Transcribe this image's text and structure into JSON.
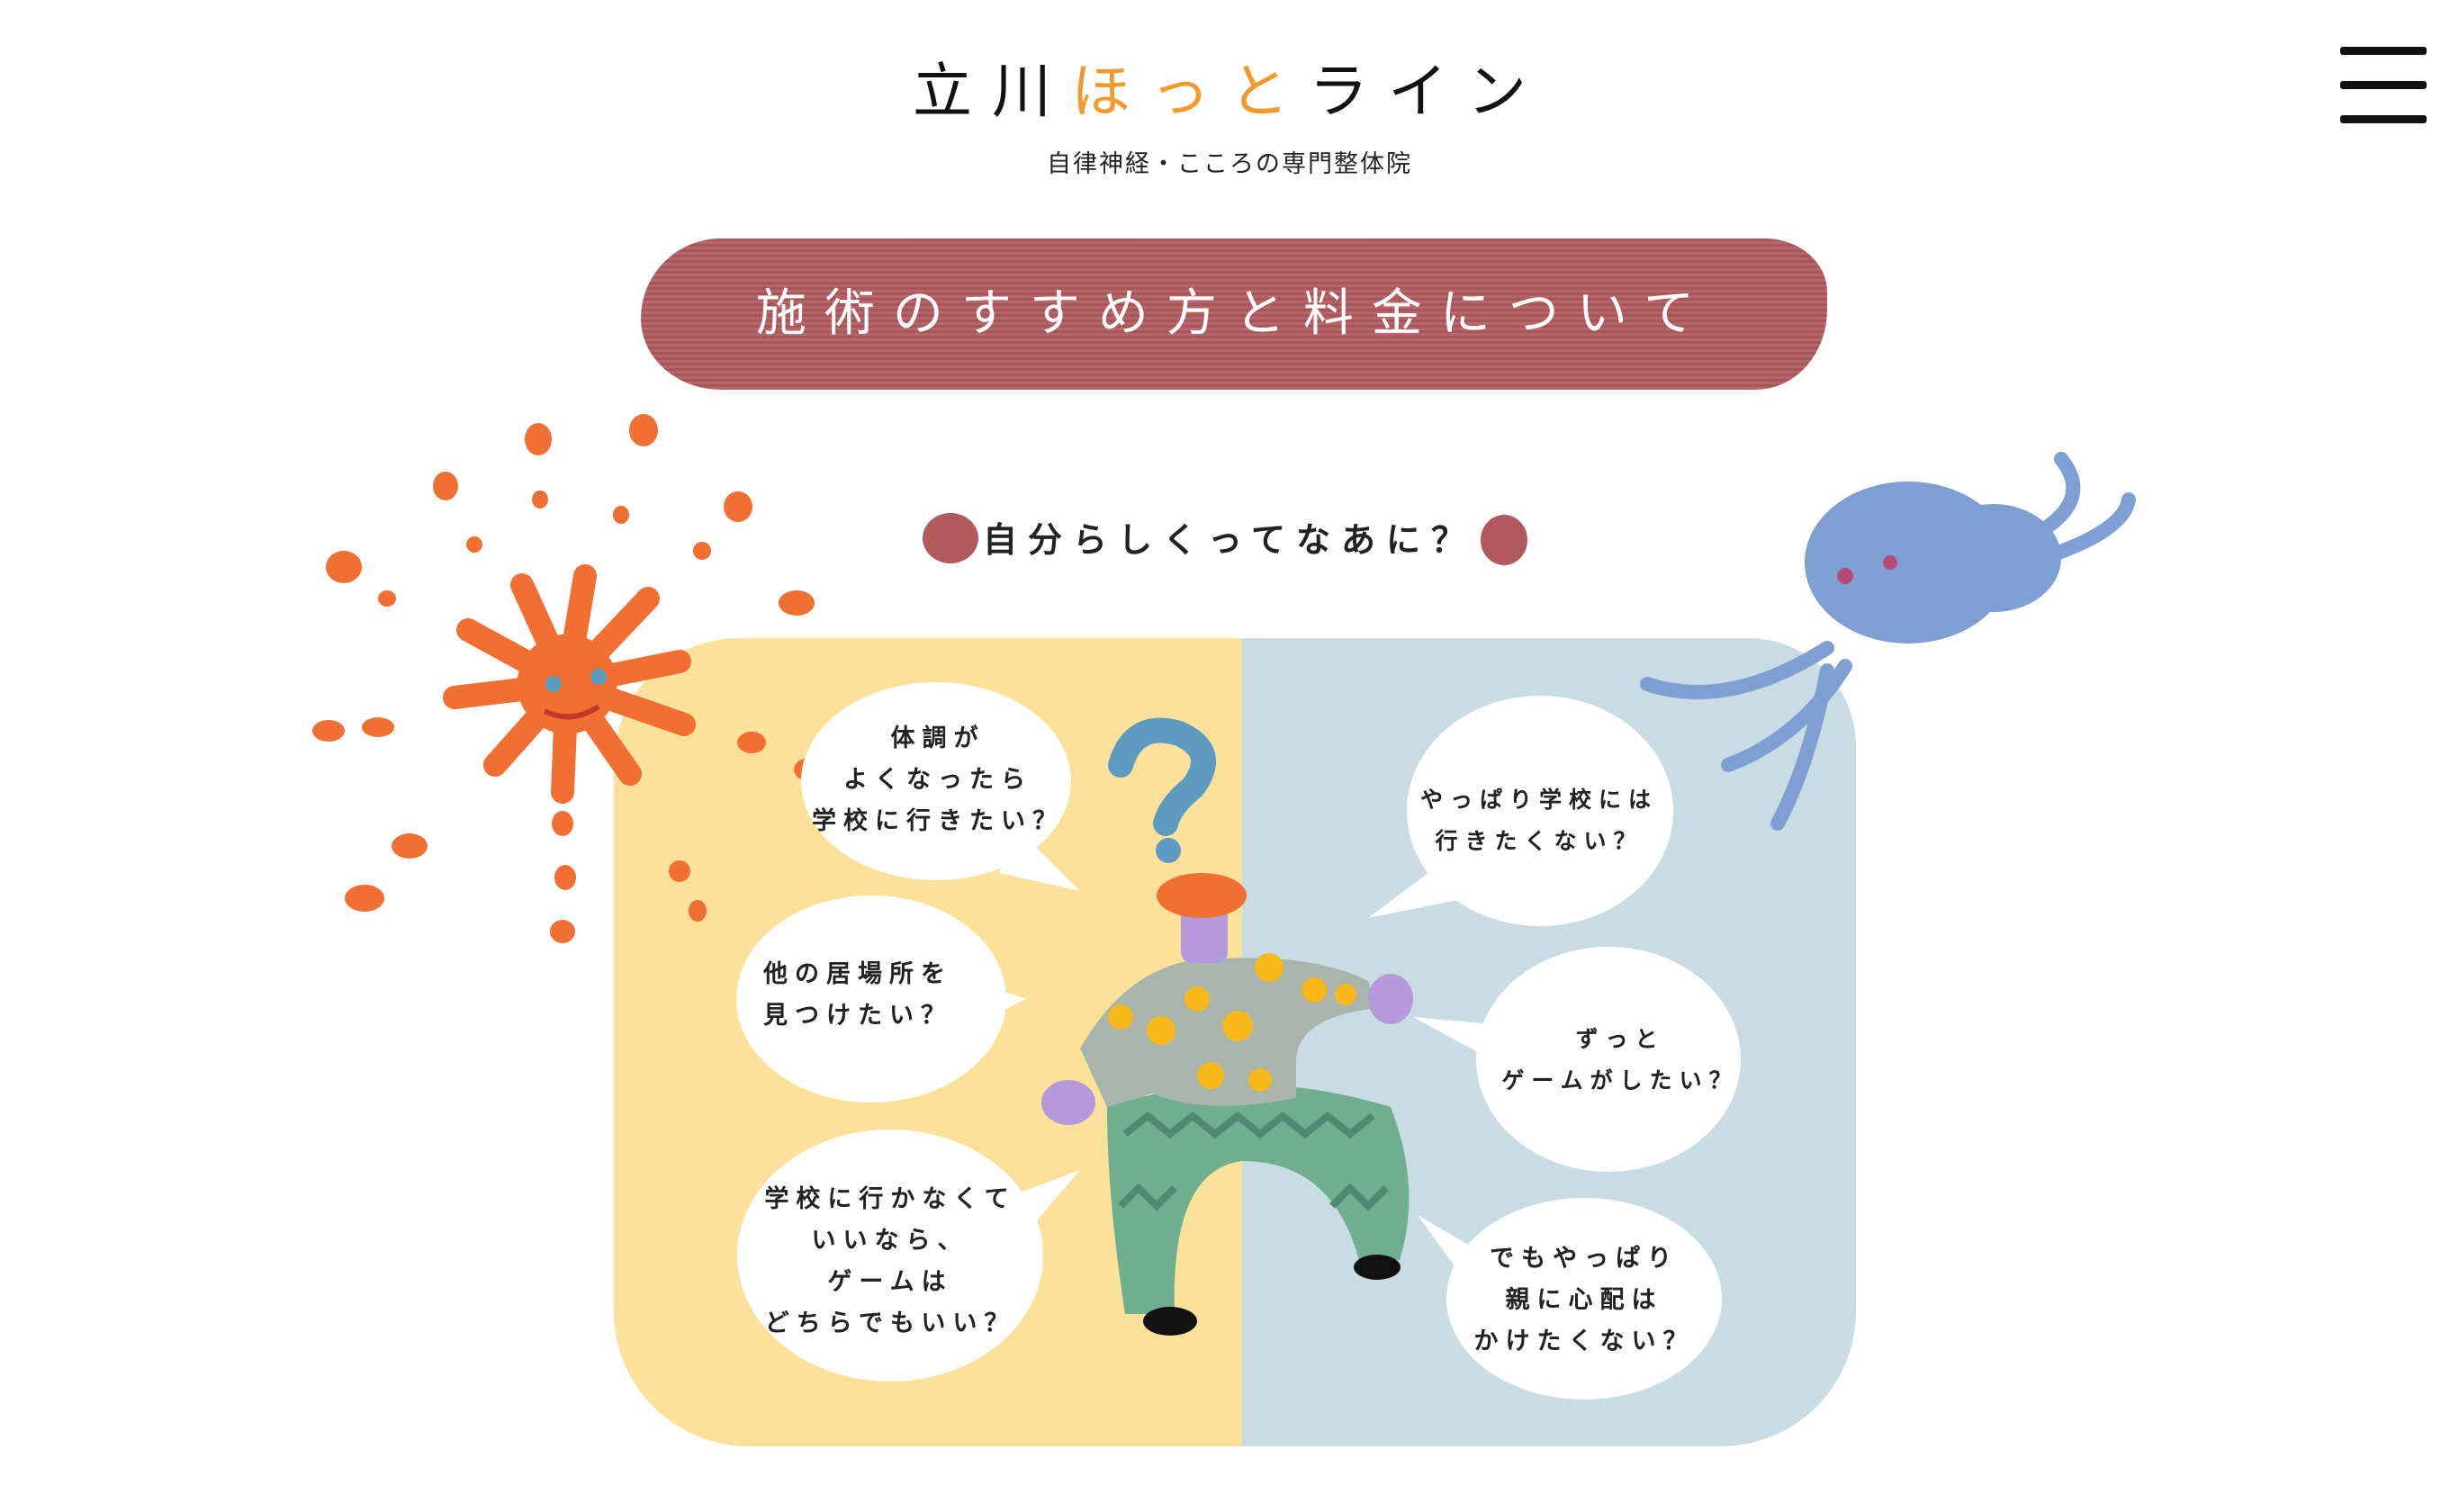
{
  "header": {
    "logo_title_part1": "立川",
    "logo_title_accent": "ほっと",
    "logo_title_part2": "ライン",
    "logo_subtitle": "自律神経・こころの専門整体院",
    "menu_icon": "hamburger-icon"
  },
  "section": {
    "title": "施術のすすめ方と料金について",
    "subtitle": "自分らしくってなあに？"
  },
  "bubbles_left": [
    {
      "lines": [
        "体調が",
        "よくなったら",
        "学校に行きたい？"
      ]
    },
    {
      "lines": [
        "他の居場所を",
        "見つけたい？"
      ]
    },
    {
      "lines": [
        "学校に行かなくて",
        "いいなら、",
        "ゲームは",
        "どちらでもいい？"
      ]
    }
  ],
  "bubbles_right": [
    {
      "lines": [
        "やっぱり学校には",
        "行きたくない？"
      ]
    },
    {
      "lines": [
        "ずっと",
        "ゲームがしたい？"
      ]
    },
    {
      "lines": [
        "でもやっぱり",
        "親に心配は",
        "かけたくない？"
      ]
    }
  ],
  "colors": {
    "accent_orange": "#F39A2C",
    "banner": "#B05A5E",
    "panel_yellow": "#FCE19B",
    "panel_blue": "#C9DCE4",
    "sun": "#F26F33",
    "cloud": "#7F9FD3"
  }
}
